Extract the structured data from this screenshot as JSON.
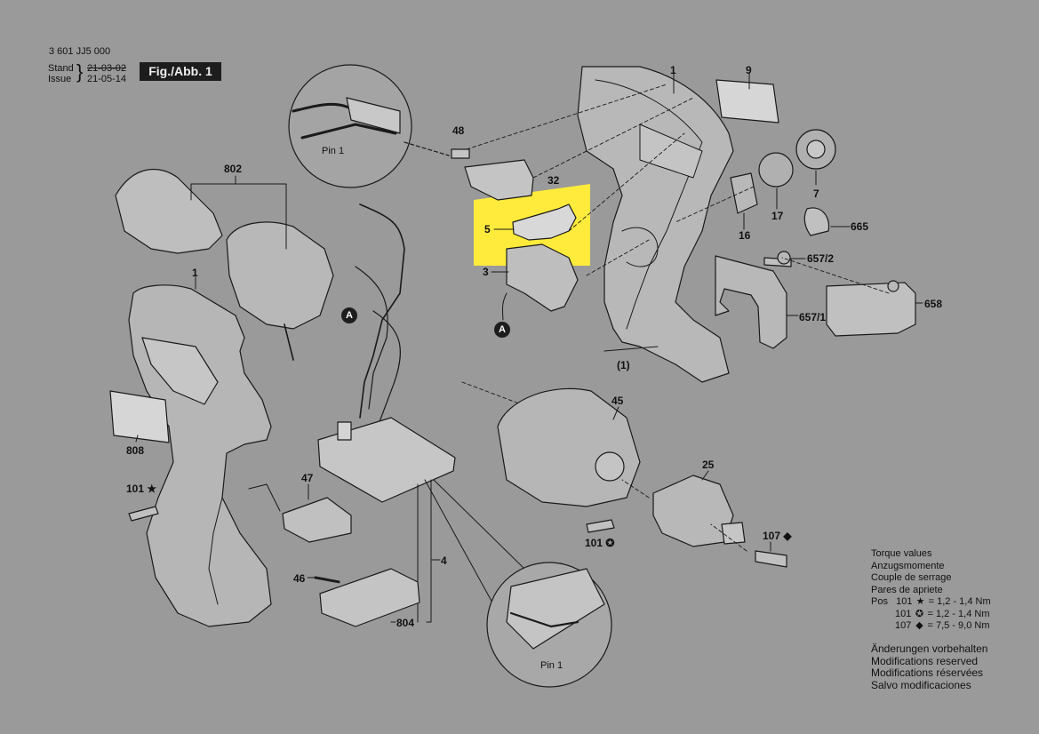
{
  "header": {
    "doc_number": "3 601 JJ5 000",
    "stand_label": "Stand",
    "stand_date": "21-03-02",
    "issue_label": "Issue",
    "issue_date": "21-05-14",
    "fig_label": "Fig./Abb. 1"
  },
  "highlight_color": "#ffeb3b",
  "callouts": {
    "c1_top": "1",
    "c9": "9",
    "c48": "48",
    "c32": "32",
    "c5": "5",
    "c3": "3",
    "c7": "7",
    "c17": "17",
    "c665": "665",
    "c16": "16",
    "c657_2": "657/2",
    "c658": "658",
    "c657_1": "657/1",
    "c_1_paren": "(1)",
    "c45": "45",
    "c25": "25",
    "c107": "107",
    "c101_circle": "101",
    "c802": "802",
    "c1_left": "1",
    "c808": "808",
    "c101_star": "101",
    "c47": "47",
    "c46": "46",
    "c4": "4",
    "c804": "804"
  },
  "marker_a": "A",
  "pin_label": "Pin 1",
  "torque": {
    "lines": [
      "Torque values",
      "Anzugsmomente",
      "Couple de serrage",
      "Pares de apriete"
    ],
    "pos_label": "Pos",
    "rows": [
      {
        "pos": "101",
        "symbol": "★",
        "value": "= 1,2 - 1,4 Nm"
      },
      {
        "pos": "101",
        "symbol": "✪",
        "value": "= 1,2 - 1,4 Nm"
      },
      {
        "pos": "107",
        "symbol": "◆",
        "value": "= 7,5 - 9,0 Nm"
      }
    ]
  },
  "modifications": [
    "Änderungen vorbehalten",
    "Modifications reserved",
    "Modifications réservées",
    "Salvo modificaciones"
  ]
}
